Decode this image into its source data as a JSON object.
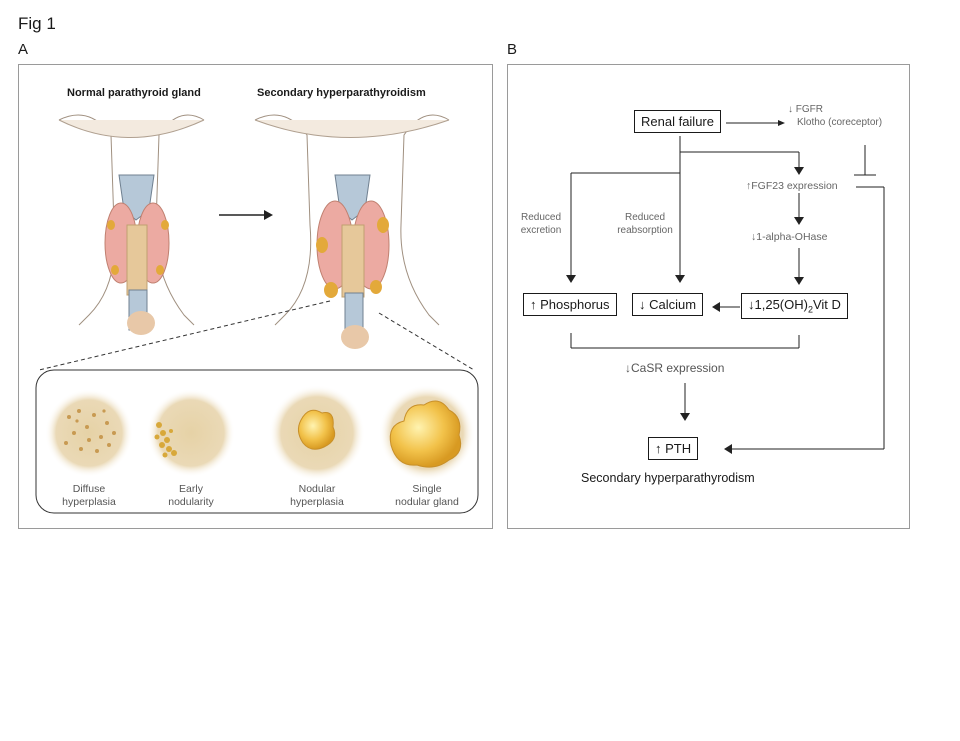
{
  "figure": {
    "title": "Fig 1"
  },
  "panelA": {
    "letter": "A",
    "headers": {
      "normal": "Normal parathyroid gland",
      "secondary": "Secondary hyperparathyroidism"
    },
    "stages": [
      {
        "line1": "Diffuse",
        "line2": "hyperplasia"
      },
      {
        "line1": "Early",
        "line2": "nodularity"
      },
      {
        "line1": "Nodular",
        "line2": "hyperplasia"
      },
      {
        "line1": "Single",
        "line2": "nodular gland"
      }
    ]
  },
  "panelB": {
    "letter": "B",
    "renal_failure": "Renal failure",
    "fgfr": "FGFR",
    "klotho": "Klotho (coreceptor)",
    "fgf23": "FGF23 expression",
    "alpha_ohase": "1-alpha-OHase",
    "reduced_excretion": {
      "line1": "Reduced",
      "line2": "excretion"
    },
    "reduced_reabsorption": {
      "line1": "Reduced",
      "line2": "reabsorption"
    },
    "phosphorus": "Phosphorus",
    "calcium": "Calcium",
    "vitd_pre": "1,25(OH)",
    "vitd_sub": "2",
    "vitd_post": "Vit D",
    "casr": "CaSR expression",
    "pth": "PTH",
    "caption": "Secondary hyperparathyrodism",
    "arrows": {
      "up": "↑",
      "down": "↓"
    }
  }
}
